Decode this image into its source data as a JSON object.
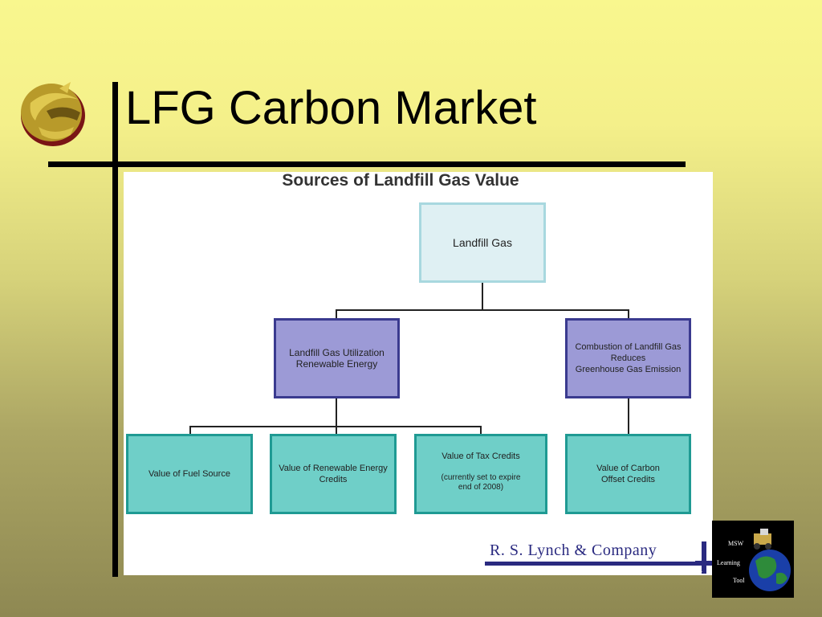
{
  "slide": {
    "title": "LFG Carbon Market"
  },
  "diagram": {
    "title": "Sources of Landfill Gas Value",
    "root": {
      "label": "Landfill Gas"
    },
    "branch_left": {
      "line1": "Landfill Gas Utilization",
      "line2": "Renewable Energy"
    },
    "branch_right": {
      "line1": "Combustion of Landfill Gas",
      "line2": "Reduces",
      "line3": "Greenhouse Gas Emission"
    },
    "leaf_fuel": {
      "label": "Value of Fuel Source"
    },
    "leaf_renewable": {
      "line1": "Value of Renewable Energy",
      "line2": "Credits"
    },
    "leaf_tax": {
      "line1": "Value of Tax Credits",
      "sub1": "(currently set to expire",
      "sub2": "end of 2008)"
    },
    "leaf_carbon": {
      "line1": "Value of Carbon",
      "line2": "Offset Credits"
    }
  },
  "company": {
    "name": "R. S. Lynch & Company",
    "mark": "RSL"
  },
  "badge": {
    "line1": "MSW",
    "line2": "Learning",
    "line3": "Tool"
  },
  "colors": {
    "root_fill": "#dff0f3",
    "mid_fill": "#9c9ad6",
    "leaf_fill": "#6fcfc8",
    "company_blue": "#2a2a80"
  }
}
